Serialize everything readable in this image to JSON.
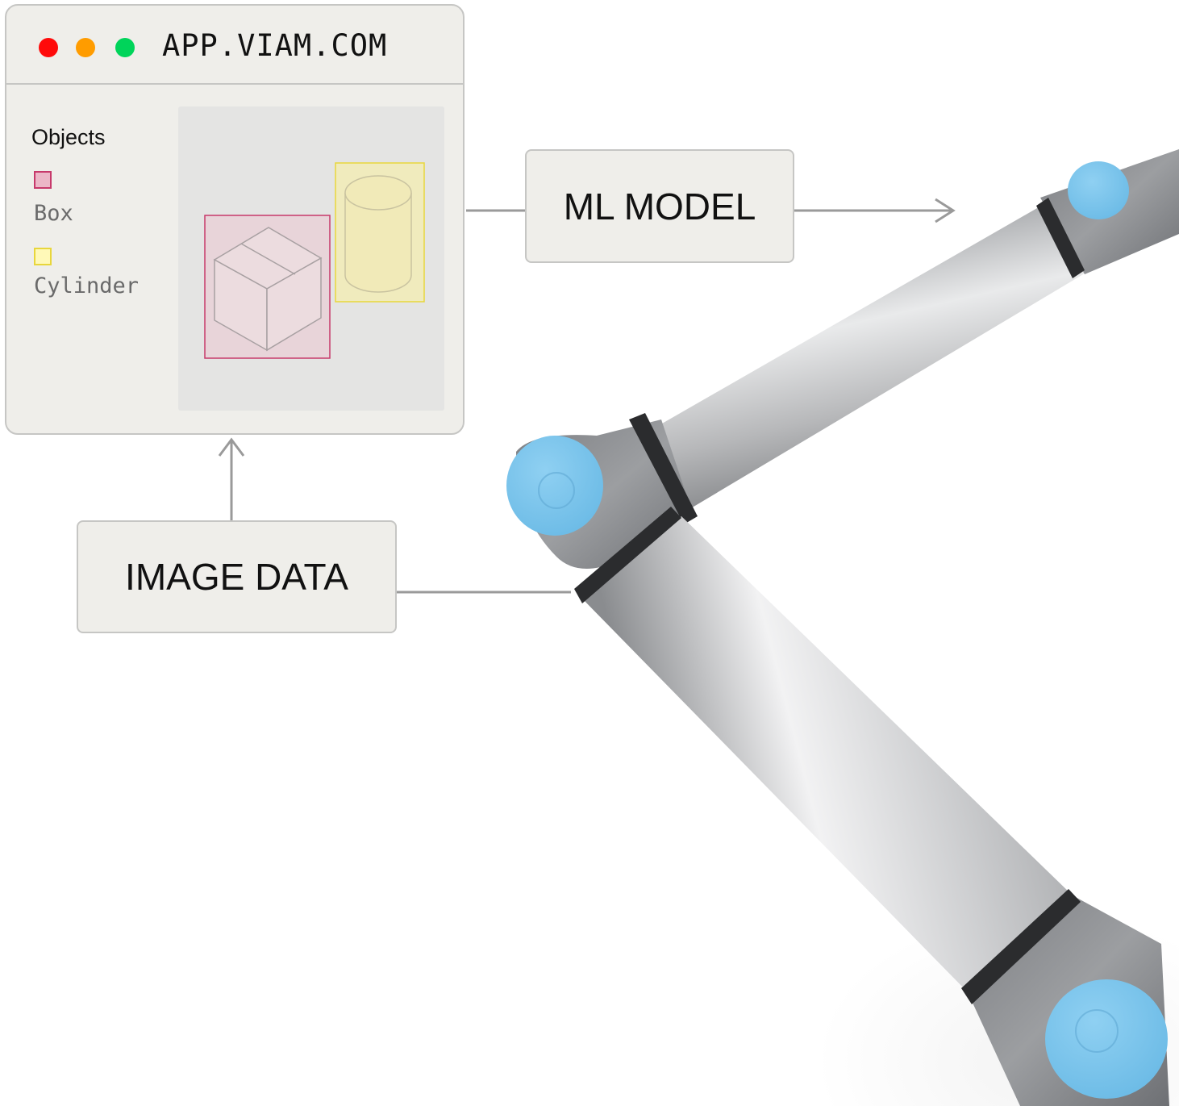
{
  "window": {
    "url": "APP.VIAM.COM",
    "traffic_lights": [
      "#ff0a0a",
      "#ff9c00",
      "#00d45a"
    ]
  },
  "objects_panel": {
    "title": "Objects",
    "items": [
      {
        "label": "Box",
        "color": "#ecb6c7",
        "border_color": "#c7396b"
      },
      {
        "label": "Cylinder",
        "color": "#fff9b8",
        "border_color": "#e8d63c"
      }
    ]
  },
  "ml_model": {
    "label": "ML MODEL"
  },
  "image_data": {
    "label": "IMAGE DATA"
  },
  "robot_arm": {
    "joint_cap_color": "#7cc6ec",
    "body_color": "#c8c9cb"
  }
}
